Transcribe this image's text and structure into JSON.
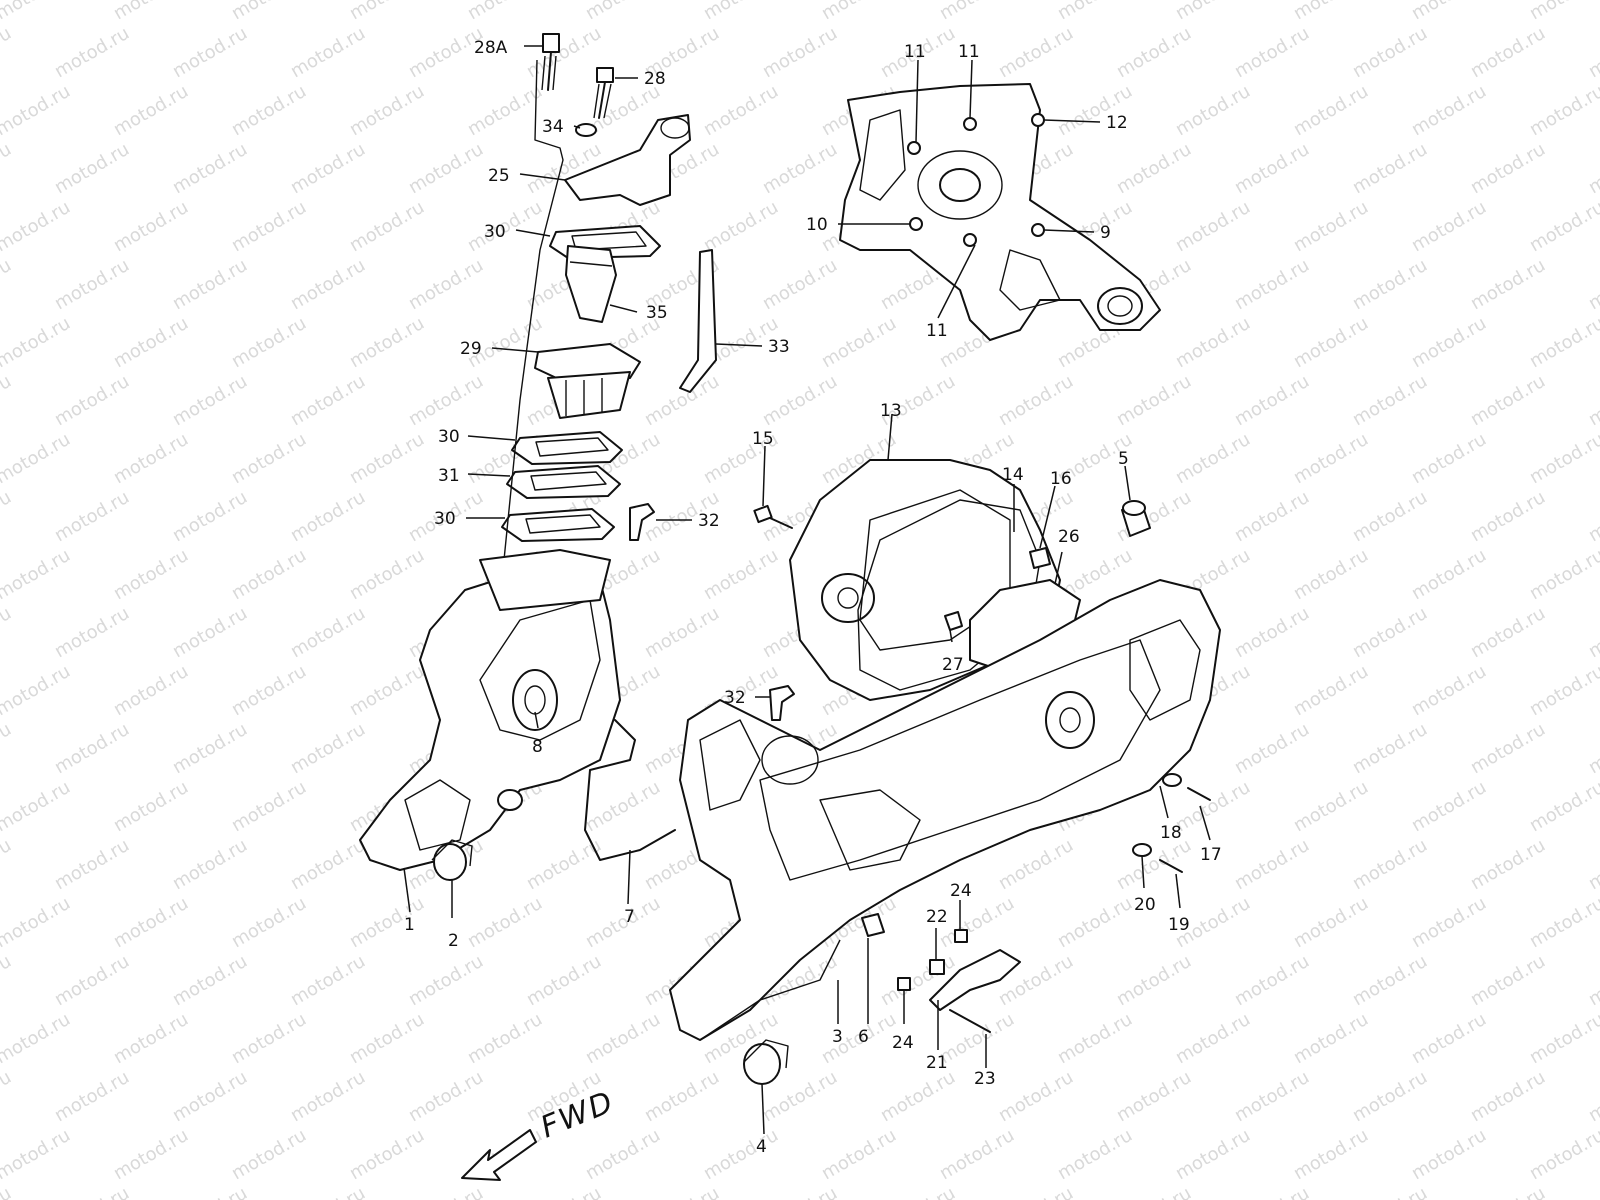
{
  "watermark": {
    "text": "motod.ru",
    "color": "#d9d9d9"
  },
  "direction_label": "FWD",
  "callouts": [
    {
      "id": "c-28A",
      "text": "28A"
    },
    {
      "id": "c-28",
      "text": "28"
    },
    {
      "id": "c-34",
      "text": "34"
    },
    {
      "id": "c-25",
      "text": "25"
    },
    {
      "id": "c-30a",
      "text": "30"
    },
    {
      "id": "c-35",
      "text": "35"
    },
    {
      "id": "c-29",
      "text": "29"
    },
    {
      "id": "c-33",
      "text": "33"
    },
    {
      "id": "c-30b",
      "text": "30"
    },
    {
      "id": "c-31",
      "text": "31"
    },
    {
      "id": "c-30c",
      "text": "30"
    },
    {
      "id": "c-32a",
      "text": "32"
    },
    {
      "id": "c-11a",
      "text": "11"
    },
    {
      "id": "c-11b",
      "text": "11"
    },
    {
      "id": "c-12",
      "text": "12"
    },
    {
      "id": "c-10",
      "text": "10"
    },
    {
      "id": "c-9",
      "text": "9"
    },
    {
      "id": "c-11c",
      "text": "11"
    },
    {
      "id": "c-13",
      "text": "13"
    },
    {
      "id": "c-15",
      "text": "15"
    },
    {
      "id": "c-14",
      "text": "14"
    },
    {
      "id": "c-16",
      "text": "16"
    },
    {
      "id": "c-5",
      "text": "5"
    },
    {
      "id": "c-26",
      "text": "26"
    },
    {
      "id": "c-27",
      "text": "27"
    },
    {
      "id": "c-32b",
      "text": "32"
    },
    {
      "id": "c-8",
      "text": "8"
    },
    {
      "id": "c-1",
      "text": "1"
    },
    {
      "id": "c-2",
      "text": "2"
    },
    {
      "id": "c-7",
      "text": "7"
    },
    {
      "id": "c-18",
      "text": "18"
    },
    {
      "id": "c-17",
      "text": "17"
    },
    {
      "id": "c-20",
      "text": "20"
    },
    {
      "id": "c-19",
      "text": "19"
    },
    {
      "id": "c-24a",
      "text": "24"
    },
    {
      "id": "c-22",
      "text": "22"
    },
    {
      "id": "c-6",
      "text": "6"
    },
    {
      "id": "c-3",
      "text": "3"
    },
    {
      "id": "c-24b",
      "text": "24"
    },
    {
      "id": "c-21",
      "text": "21"
    },
    {
      "id": "c-23",
      "text": "23"
    },
    {
      "id": "c-4",
      "text": "4"
    }
  ]
}
